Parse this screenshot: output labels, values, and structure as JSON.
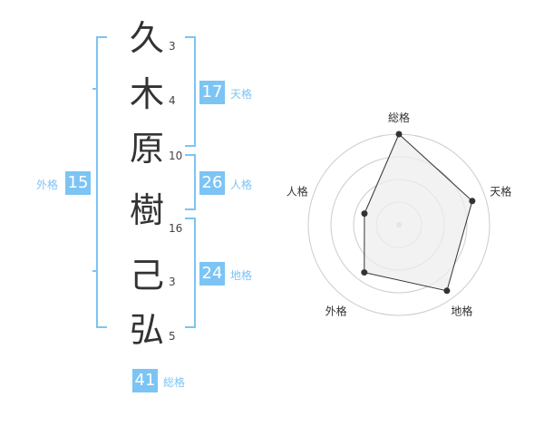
{
  "name": {
    "characters": [
      {
        "char": "久",
        "strokes": "3"
      },
      {
        "char": "木",
        "strokes": "4"
      },
      {
        "char": "原",
        "strokes": "10"
      },
      {
        "char": "樹",
        "strokes": "16"
      },
      {
        "char": "己",
        "strokes": "3"
      },
      {
        "char": "弘",
        "strokes": "5"
      }
    ]
  },
  "fortune": {
    "tenkaku": {
      "label": "天格",
      "value": "17"
    },
    "jinkaku": {
      "label": "人格",
      "value": "26"
    },
    "chikaku": {
      "label": "地格",
      "value": "24"
    },
    "gaikaku": {
      "label": "外格",
      "value": "15"
    },
    "soukaku": {
      "label": "総格",
      "value": "41"
    }
  },
  "chart_data": {
    "type": "radar",
    "axes": [
      "総格",
      "天格",
      "地格",
      "外格",
      "人格"
    ],
    "values": [
      1.0,
      0.85,
      0.9,
      0.65,
      0.4
    ],
    "rings": 4,
    "max": 1.0,
    "line_color": "#333333",
    "fill_color": "#eeeeee",
    "ring_color": "#cccccc"
  }
}
